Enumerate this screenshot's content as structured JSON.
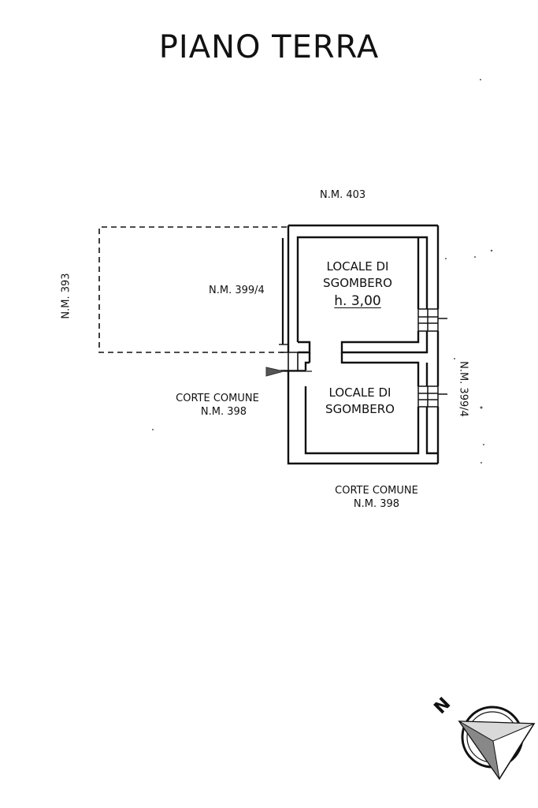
{
  "title": "PIANO TERRA",
  "neighbors": {
    "north": "N.M. 403",
    "west": "N.M. 393",
    "inner_west": "N.M. 399/4",
    "east": "N.M. 399/4"
  },
  "courtyard_west": {
    "line1": "CORTE COMUNE",
    "line2": "N.M. 398"
  },
  "courtyard_south": {
    "line1": "CORTE COMUNE",
    "line2": "N.M. 398"
  },
  "rooms": [
    {
      "line1": "LOCALE DI",
      "line2": "SGOMBERO",
      "height": "h. 3,00"
    },
    {
      "line1": "LOCALE DI",
      "line2": "SGOMBERO"
    }
  ],
  "compass": {
    "north_letter": "N"
  },
  "colors": {
    "ink": "#111111",
    "paper": "#ffffff"
  }
}
